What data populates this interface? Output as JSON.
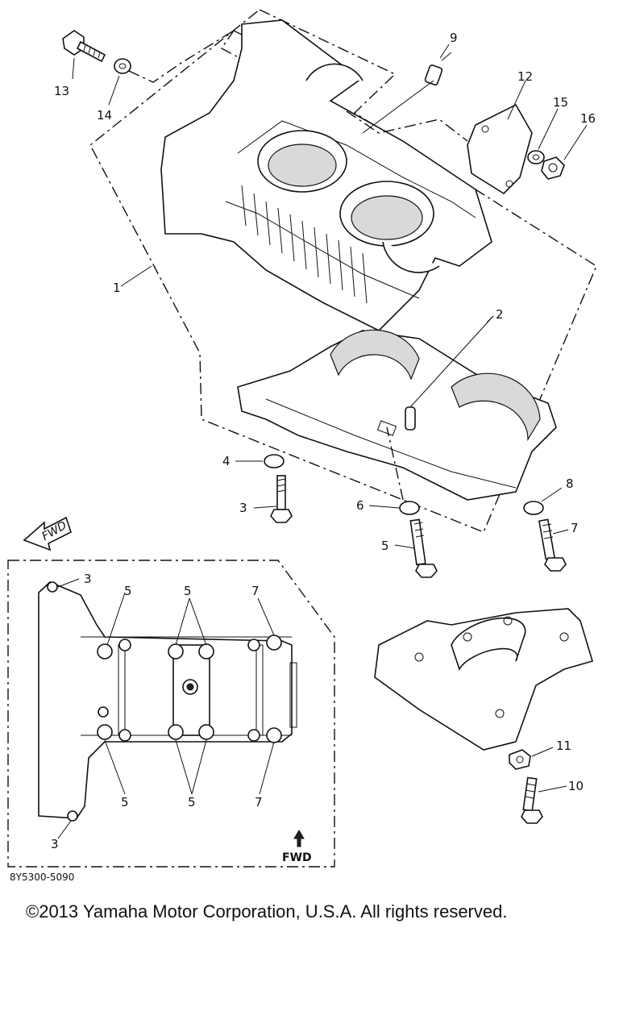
{
  "diagram": {
    "callouts": {
      "p1": "1",
      "p2": "2",
      "p3": "3",
      "p4": "4",
      "p5": "5",
      "p6": "6",
      "p7": "7",
      "p8": "8",
      "p9": "9",
      "p10": "10",
      "p11": "11",
      "p12": "12",
      "p13": "13",
      "p14": "14",
      "p15": "15",
      "p16": "16"
    },
    "inset": {
      "callout_3a": "3",
      "callout_3b": "3",
      "callout_5a": "5",
      "callout_5b": "5",
      "callout_5c": "5",
      "callout_5d": "5",
      "callout_7a": "7",
      "callout_7b": "7",
      "fwd_label": "FWD"
    },
    "fwd_badge": "FWD",
    "figure_code": "8Y5300-5090",
    "copyright": "©2013 Yamaha Motor Corporation, U.S.A. All rights reserved."
  },
  "colors": {
    "ink": "#111111",
    "paper": "#ffffff",
    "shade": "#d9d9d9"
  }
}
